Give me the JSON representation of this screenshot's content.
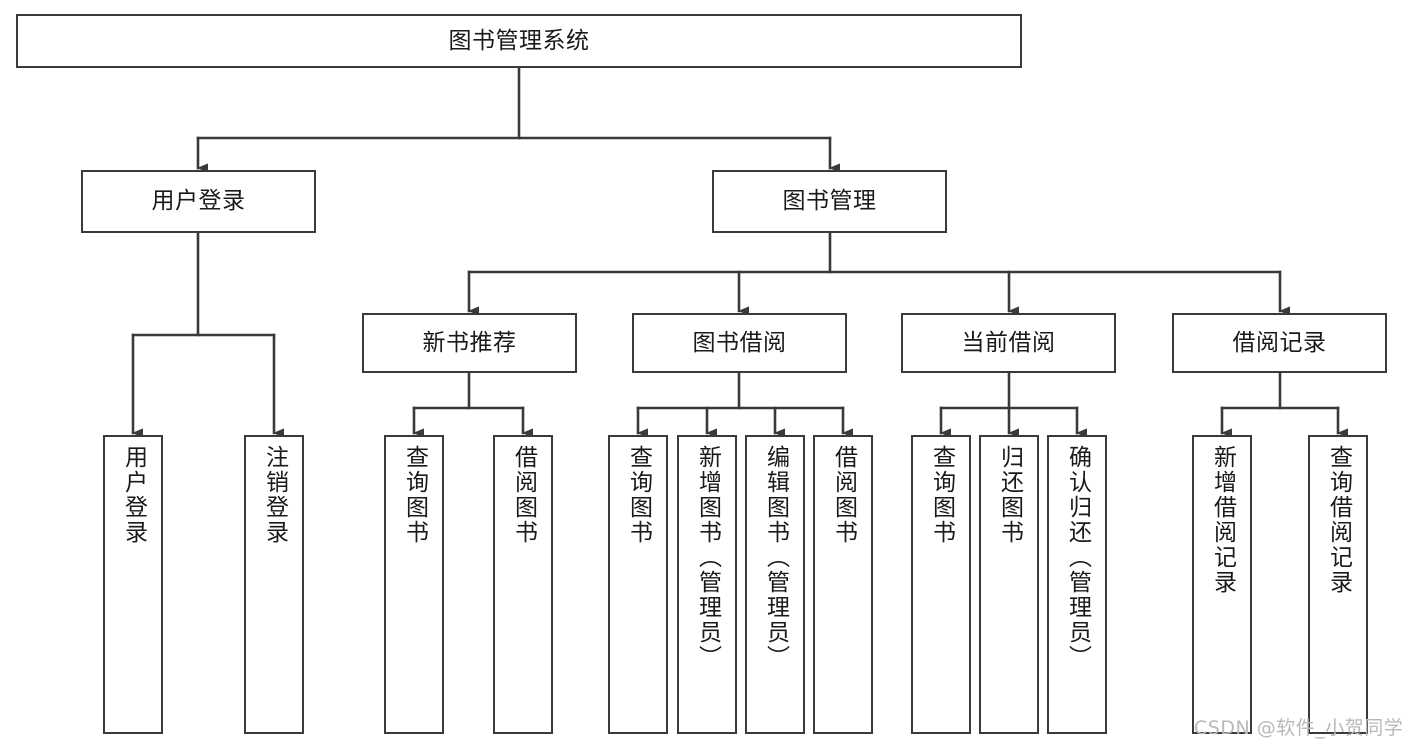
{
  "diagram": {
    "type": "tree-hierarchy",
    "title": "图书管理系统",
    "watermark": "CSDN @软件_小贺同学",
    "colors": {
      "box_border": "#3a3a3a",
      "box_fill": "#ffffff",
      "edge": "#3a3a3a",
      "text": "#1a1a1a",
      "watermark": "#b9b9b9",
      "background": "#ffffff"
    },
    "root": {
      "label": "图书管理系统"
    },
    "level2": [
      {
        "label": "用户登录"
      },
      {
        "label": "图书管理"
      }
    ],
    "level3": [
      {
        "label": "新书推荐"
      },
      {
        "label": "图书借阅"
      },
      {
        "label": "当前借阅"
      },
      {
        "label": "借阅记录"
      }
    ],
    "leaves": {
      "user_login": [
        {
          "label": "用户登录"
        },
        {
          "label": "注销登录"
        }
      ],
      "new_book_recommend": [
        {
          "label": "查询图书"
        },
        {
          "label": "借阅图书"
        }
      ],
      "book_borrow": [
        {
          "label": "查询图书"
        },
        {
          "label": "新增图书（管理员）"
        },
        {
          "label": "编辑图书（管理员）"
        },
        {
          "label": "借阅图书"
        }
      ],
      "current_borrow": [
        {
          "label": "查询图书"
        },
        {
          "label": "归还图书"
        },
        {
          "label": "确认归还（管理员）"
        }
      ],
      "borrow_record": [
        {
          "label": "新增借阅记录"
        },
        {
          "label": "查询借阅记录"
        }
      ]
    }
  }
}
